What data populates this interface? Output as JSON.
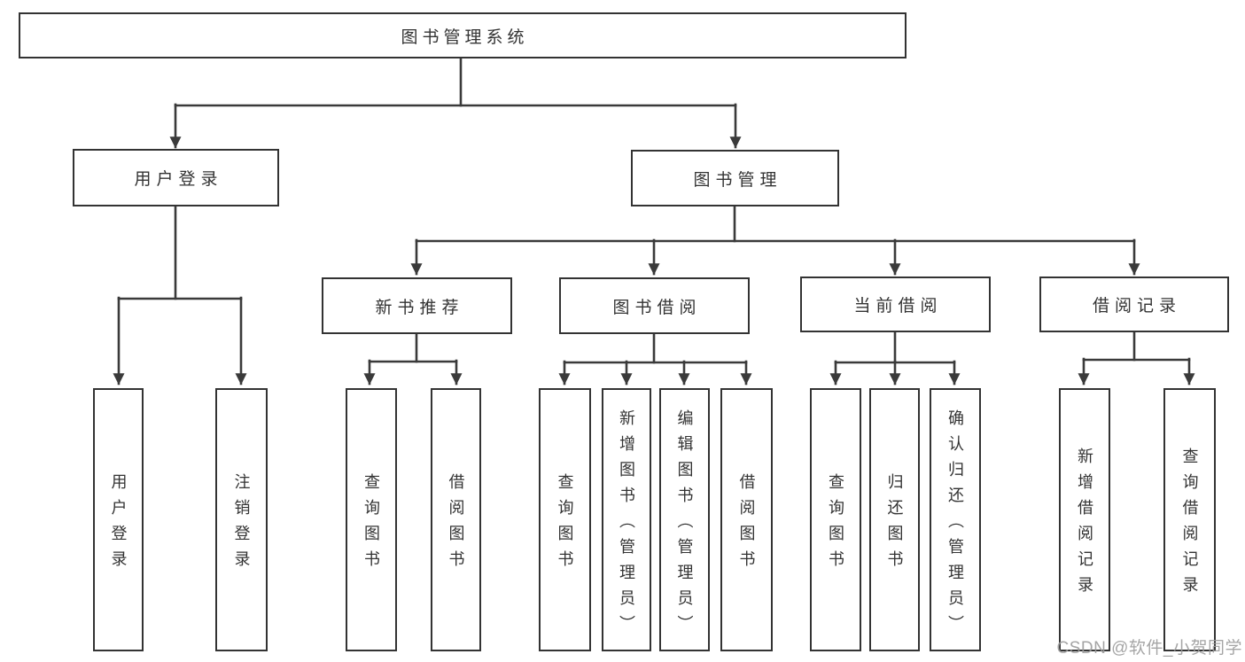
{
  "diagram": {
    "title": "图书管理系统",
    "root": {
      "label": "图书管理系统"
    },
    "level2": [
      {
        "label": "用户登录"
      },
      {
        "label": "图书管理"
      }
    ],
    "level3": [
      {
        "label": "新书推荐"
      },
      {
        "label": "图书借阅"
      },
      {
        "label": "当前借阅"
      },
      {
        "label": "借阅记录"
      }
    ],
    "leaves": {
      "user_login": {
        "label": "用户登录"
      },
      "logout": {
        "label": "注销登录"
      },
      "recommend_query": {
        "label": "查询图书"
      },
      "recommend_borrow": {
        "label": "借阅图书"
      },
      "borrow_query": {
        "label": "查询图书"
      },
      "borrow_add": {
        "label": "新增图书（管理员）"
      },
      "borrow_edit": {
        "label": "编辑图书（管理员）"
      },
      "borrow_do": {
        "label": "借阅图书"
      },
      "current_query": {
        "label": "查询图书"
      },
      "current_return": {
        "label": "归还图书"
      },
      "current_confirm": {
        "label": "确认归还（管理员）"
      },
      "records_add": {
        "label": "新增借阅记录"
      },
      "records_query": {
        "label": "查询借阅记录"
      }
    },
    "watermark": {
      "text": "CSDN @软件_小贺同学",
      "color": "#9c9c9c"
    },
    "colors": {
      "line": "#3a3a3a",
      "border": "#333333",
      "text": "#333333",
      "background": "#ffffff"
    }
  }
}
